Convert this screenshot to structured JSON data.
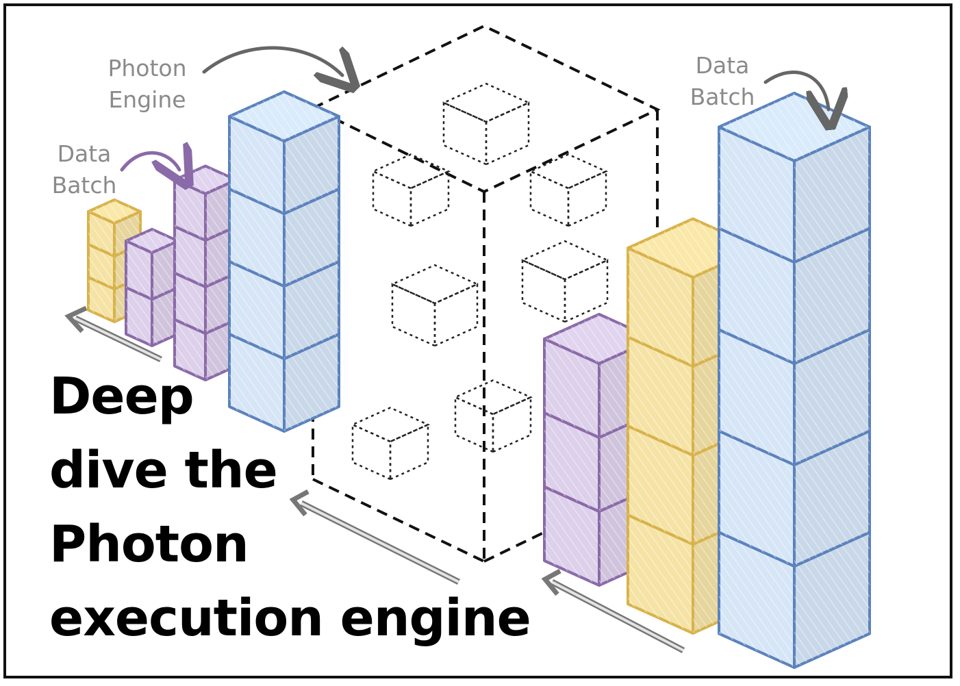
{
  "annotations": {
    "photon_engine": [
      "Photon",
      "Engine"
    ],
    "data_batch_left": [
      "Data",
      "Batch"
    ],
    "data_batch_right": [
      "Data",
      "Batch"
    ]
  },
  "title": {
    "lines": [
      "Deep",
      "dive the",
      "Photon",
      "execution engine"
    ]
  },
  "colors": {
    "yellow": "#f5e3a6",
    "yellow_stroke": "#d8b24a",
    "purple": "#ddd0ea",
    "purple_stroke": "#8a6aa8",
    "blue": "#d6e6f7",
    "blue_stroke": "#5b82bd",
    "annotation_gray": "#8a8a8a",
    "arrow_gray": "#666666",
    "arrow_purple": "#8a6aa8"
  }
}
